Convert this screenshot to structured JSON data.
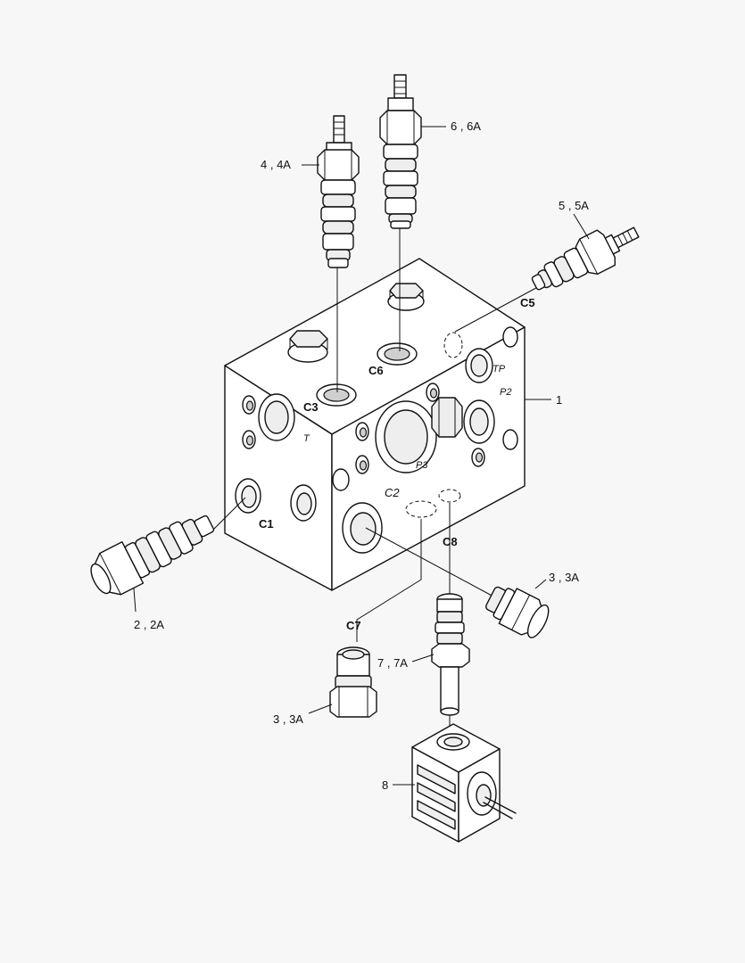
{
  "callouts": {
    "c1": "1",
    "c2": "2 , 2A",
    "c3a": "3 , 3A",
    "c3b": "3 , 3A",
    "c4": "4 , 4A",
    "c5": "5 , 5A",
    "c6": "6 , 6A",
    "c7": "7 , 7A",
    "c8": "8"
  },
  "ports": {
    "c1": "C1",
    "c2": "C2",
    "c3": "C3",
    "c5": "C5",
    "c6": "C6",
    "c7": "C7",
    "c8": "C8"
  },
  "face_labels": {
    "t": "T",
    "tp": "TP",
    "p2": "P2",
    "p3": "P3"
  }
}
